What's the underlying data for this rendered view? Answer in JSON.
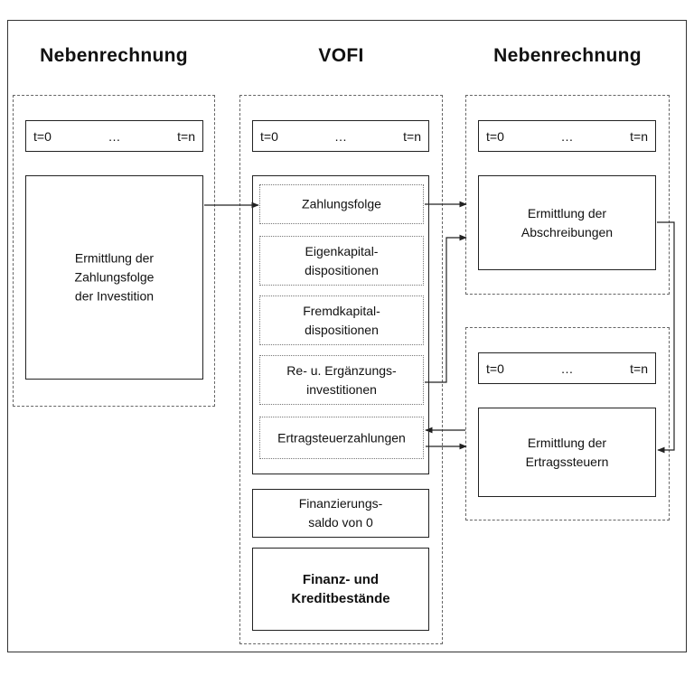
{
  "headings": {
    "left": "Nebenrechnung",
    "center": "VOFI",
    "right": "Nebenrechnung"
  },
  "timeline": {
    "start": "t=0",
    "ellipsis": "…",
    "end": "t=n"
  },
  "left_panel": {
    "main": "Ermittlung der\nZahlungsfolge\nder Investition"
  },
  "center_panel": {
    "items": [
      "Zahlungsfolge",
      "Eigenkapital-\ndispositionen",
      "Fremdkapital-\ndispositionen",
      "Re- u. Ergänzungs-\ninvestitionen",
      "Ertragsteuerzahlungen"
    ],
    "saldo": "Finanzierungs-\nsaldo von 0",
    "bestaende": "Finanz- und\nKreditbestände"
  },
  "right_top_panel": {
    "main": "Ermittlung der\nAbschreibungen"
  },
  "right_bottom_panel": {
    "main": "Ermittlung der\nErtragssteuern"
  },
  "colors": {
    "line": "#222222",
    "dashed": "#666666",
    "dotted": "#777777"
  }
}
